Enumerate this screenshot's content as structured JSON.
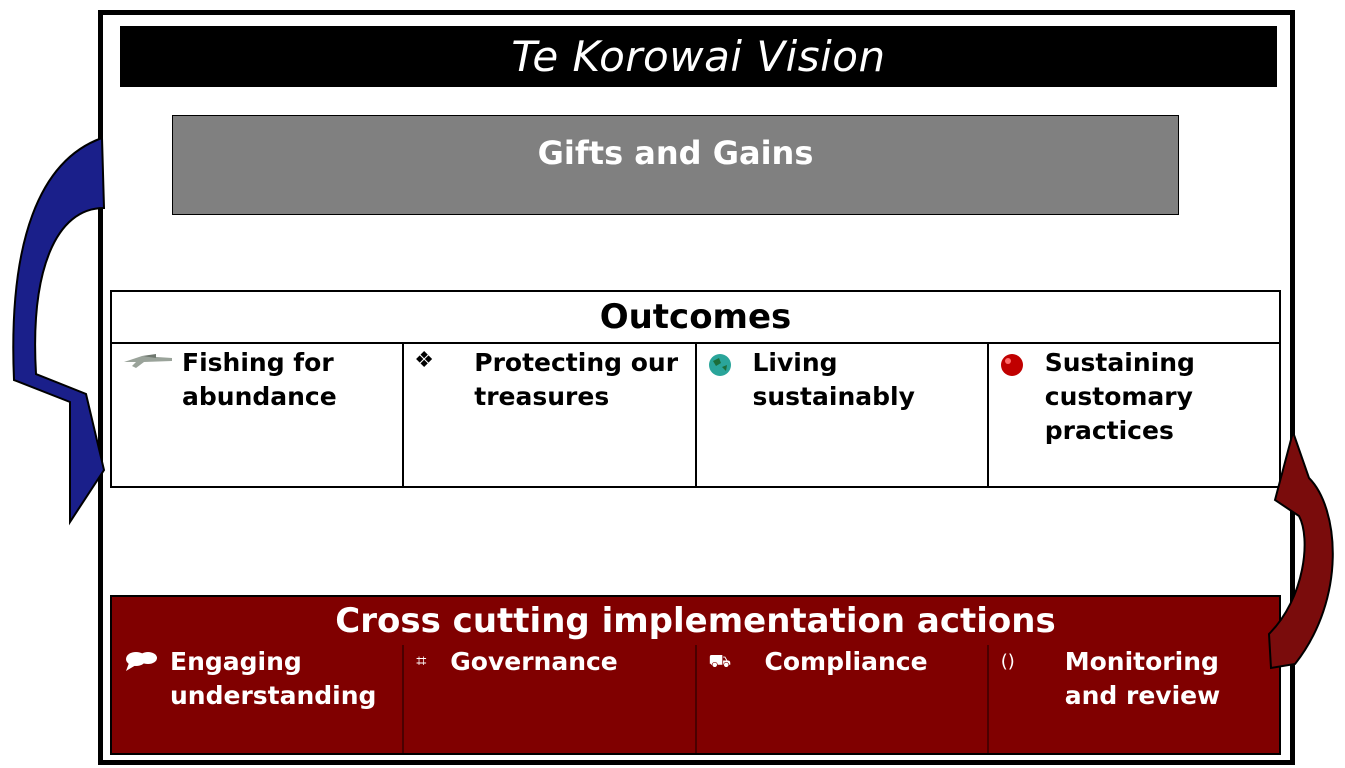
{
  "title": "Te Korowai Vision",
  "gifts": {
    "label": "Gifts and Gains"
  },
  "outcomes": {
    "heading": "Outcomes",
    "items": [
      {
        "label": "Fishing for abundance",
        "icon": "fish-icon"
      },
      {
        "label": "Protecting our treasures",
        "icon": "diamond-bullet-icon"
      },
      {
        "label": "Living sustainably",
        "icon": "globe-icon"
      },
      {
        "label": "Sustaining customary practices",
        "icon": "red-ball-icon"
      }
    ]
  },
  "actions": {
    "heading": "Cross cutting implementation actions",
    "items": [
      {
        "label": "Engaging understanding",
        "icon": "speech-bubbles-icon"
      },
      {
        "label": "Governance",
        "icon": "frame-icon"
      },
      {
        "label": "Compliance",
        "icon": "vehicle-icon"
      },
      {
        "label": "Monitoring and review",
        "icon": "parentheses-icon"
      }
    ]
  },
  "colors": {
    "blue_arrow": "#1a1f8a",
    "red_arrow": "#7a0c0c",
    "action_bg": "#800000",
    "gifts_bg": "#808080"
  }
}
